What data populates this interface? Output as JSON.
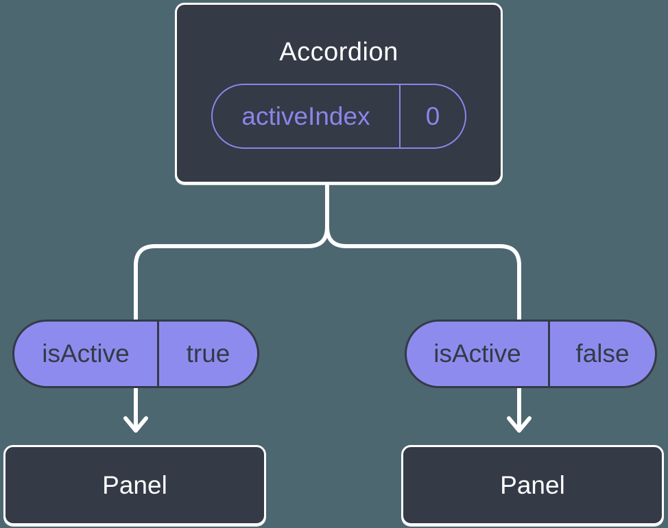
{
  "diagram": {
    "description": "React component tree showing state flowing from an Accordion parent to two Panel children",
    "colors": {
      "background": "#4c6770",
      "node_fill": "#343a46",
      "node_border": "#ffffff",
      "pill_fill": "#8d8cee",
      "pill_outline_purple": "#8a86ea",
      "dark_text": "#343a46",
      "light_text": "#ffffff",
      "connector": "#ffffff"
    },
    "root": {
      "title": "Accordion",
      "state": {
        "name": "activeIndex",
        "value": "0"
      }
    },
    "children": [
      {
        "prop": {
          "name": "isActive",
          "value": "true"
        },
        "node": {
          "title": "Panel"
        }
      },
      {
        "prop": {
          "name": "isActive",
          "value": "false"
        },
        "node": {
          "title": "Panel"
        }
      }
    ]
  }
}
